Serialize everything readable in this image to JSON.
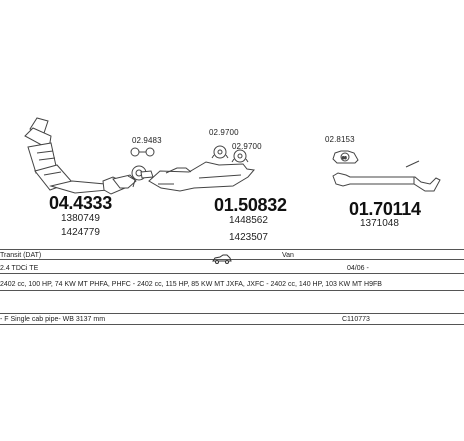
{
  "parts": [
    {
      "number": "04.4333",
      "refs": [
        "1380749",
        "1424779"
      ]
    },
    {
      "number": "01.50832",
      "refs": [
        "1448562",
        "1423507"
      ]
    },
    {
      "number": "01.70114",
      "refs": [
        "1371048"
      ]
    }
  ],
  "fittings": [
    "02.9483",
    "02.9700",
    "02.9700",
    "02.8153"
  ],
  "vehicle": {
    "model": "Transit (DAT)",
    "body": "Van",
    "engine": "2.4 TDCi TE",
    "date": "04/06 -",
    "spec": "2402 cc, 100 HP, 74 KW MT PHFA, PHFC - 2402 cc, 115 HP, 85 KW MT JXFA, JXFC - 2402 cc, 140 HP, 103 KW MT H9FB",
    "note": "- F Single cab pipe- WB 3137 mm",
    "code": "C110773"
  },
  "colors": {
    "line": "#444444",
    "fill": "#ffffff",
    "text": "#111111"
  },
  "icons": [
    "exhaust-diagram",
    "car-side-icon"
  ]
}
